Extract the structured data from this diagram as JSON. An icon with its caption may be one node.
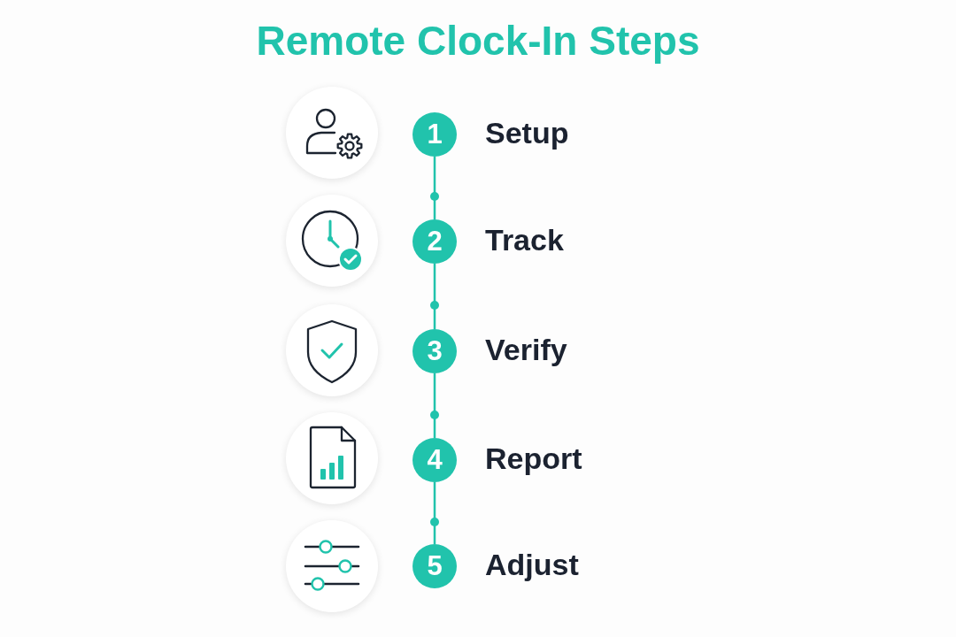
{
  "diagram": {
    "title": "Remote Clock-In Steps",
    "nodes": [
      {
        "text": [
          "1"
        ],
        "beside": [
          "Setup"
        ]
      },
      {
        "text": [
          "2"
        ],
        "beside": [
          "Track"
        ]
      },
      {
        "text": [
          "3"
        ],
        "beside": [
          "Verify"
        ]
      },
      {
        "text": [
          "4"
        ],
        "beside": [
          "Report"
        ]
      },
      {
        "text": [
          "5"
        ],
        "beside": [
          "Adjust"
        ]
      }
    ],
    "edges": [
      {
        "from": 0,
        "to": 1,
        "arrow": "none"
      },
      {
        "from": 1,
        "to": 2,
        "arrow": "none"
      },
      {
        "from": 2,
        "to": 3,
        "arrow": "none"
      },
      {
        "from": 3,
        "to": 4,
        "arrow": "none"
      }
    ]
  }
}
